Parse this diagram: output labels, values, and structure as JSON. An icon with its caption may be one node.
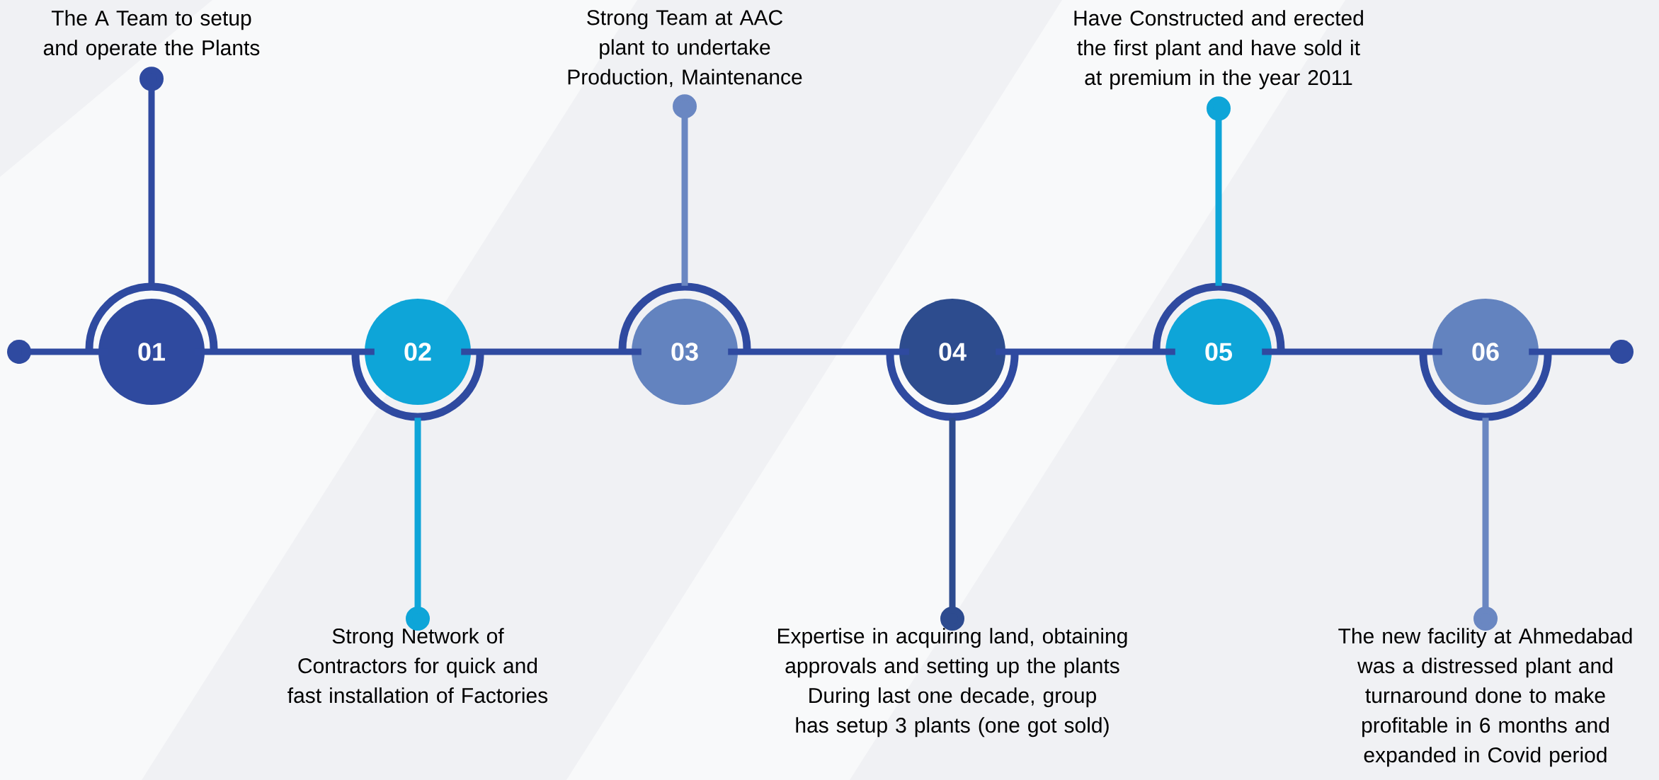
{
  "diagram": {
    "nodes": [
      {
        "text": [
          "01"
        ]
      },
      {
        "text": [
          "02"
        ]
      },
      {
        "text": [
          "03"
        ]
      },
      {
        "text": [
          "04"
        ]
      },
      {
        "text": [
          "05"
        ]
      },
      {
        "text": [
          "06"
        ]
      },
      {
        "text": [
          "The A Team to setup and operate the Plants"
        ]
      },
      {
        "text": [
          "Strong Network of Contractors for quick and fast installation of Factories"
        ]
      },
      {
        "text": [
          "Strong Team at AAC plant to undertake Production, Maintenance"
        ]
      },
      {
        "text": [
          "Expertise in acquiring land, obtaining approvals and setting up the plants During last one decade, group has setup 3 plants (one got sold)"
        ]
      },
      {
        "text": [
          "Have Constructed and erected the first plant and have sold it at premium in the year 2011"
        ]
      },
      {
        "text": [
          "The new facility at Ahmedabad was a distressed plant and turnaround done to make profitable in 6 months and expanded in Covid period"
        ]
      },
      {
        "text": [],
        "shape": "circle"
      },
      {
        "text": [],
        "shape": "circle"
      }
    ],
    "edges": [
      {
        "from": 12,
        "to": 0,
        "arrow": "none"
      },
      {
        "from": 0,
        "to": 1,
        "arrow": "none"
      },
      {
        "from": 1,
        "to": 2,
        "arrow": "none"
      },
      {
        "from": 2,
        "to": 3,
        "arrow": "none"
      },
      {
        "from": 3,
        "to": 4,
        "arrow": "none"
      },
      {
        "from": 4,
        "to": 5,
        "arrow": "none"
      },
      {
        "from": 5,
        "to": 13,
        "arrow": "none"
      },
      {
        "from": 6,
        "to": 0,
        "arrow": "other"
      },
      {
        "from": 7,
        "to": 1,
        "arrow": "other",
        "color": "#0ea5d8"
      },
      {
        "from": 8,
        "to": 2,
        "arrow": "other",
        "color": "#6a87c2"
      },
      {
        "from": 9,
        "to": 3,
        "arrow": "other",
        "color": "#2d4b8f"
      },
      {
        "from": 10,
        "to": 4,
        "arrow": "other",
        "color": "#0ea5d8"
      },
      {
        "from": 11,
        "to": 5,
        "arrow": "other",
        "color": "#6a87c2"
      }
    ]
  }
}
